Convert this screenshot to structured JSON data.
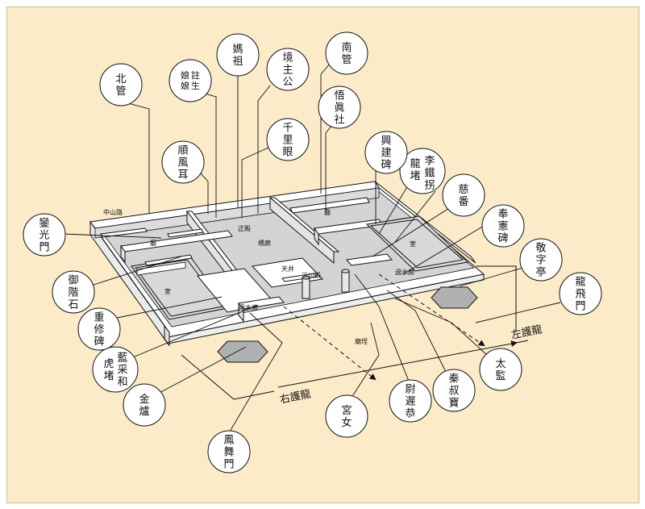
{
  "callouts": [
    {
      "id": "beiguan",
      "text": "北管"
    },
    {
      "id": "zhusheng",
      "text": "註生娘娘"
    },
    {
      "id": "mazu",
      "text": "媽祖"
    },
    {
      "id": "jingzhu",
      "text": "境主公"
    },
    {
      "id": "nanguan",
      "text": "南管"
    },
    {
      "id": "wuzhenshe",
      "text": "悟眞社"
    },
    {
      "id": "qianliyan",
      "text": "千里眼"
    },
    {
      "id": "shunfenger",
      "text": "順風耳"
    },
    {
      "id": "xingjianbei",
      "text": "興建碑"
    },
    {
      "id": "lidu",
      "text": "龍堵"
    },
    {
      "id": "litieguai",
      "text": "李鐵拐"
    },
    {
      "id": "cifan",
      "text": "慈番"
    },
    {
      "id": "fengxianbei",
      "text": "奉憲碑"
    },
    {
      "id": "jingziting",
      "text": "敬字亭"
    },
    {
      "id": "longfeimen",
      "text": "龍飛門"
    },
    {
      "id": "luanguangmen",
      "text": "鑾光門"
    },
    {
      "id": "yujieshi",
      "text": "御階石"
    },
    {
      "id": "chongxiubei",
      "text": "重修碑"
    },
    {
      "id": "hudu",
      "text": "虎堵"
    },
    {
      "id": "lancaihe",
      "text": "藍采和"
    },
    {
      "id": "jinlu",
      "text": "金爐"
    },
    {
      "id": "fengwumen",
      "text": "鳳舞門"
    },
    {
      "id": "gongnu",
      "text": "宮女"
    },
    {
      "id": "weichigong",
      "text": "尉遲恭"
    },
    {
      "id": "qinshubao",
      "text": "秦叔寶"
    },
    {
      "id": "taijian",
      "text": "太監"
    }
  ],
  "plan_labels": {
    "zhongshan_road": "中山路",
    "zhengdian": "正殿",
    "ting_left": "廳",
    "ting_right": "廳",
    "shi_left": "室",
    "shi_right": "室",
    "qiaolang": "橋廊",
    "tianjing": "天井",
    "sanchuandian": "三川殿",
    "guoshuilang_left": "過水廊",
    "guoshuilang_right": "過水廊",
    "miaozheng": "廟埕",
    "youhulong": "右護龍",
    "zuohulong": "左護龍"
  },
  "colors": {
    "background": "#fcebc9",
    "outline": "#111111",
    "wall_top": "#ffffff",
    "wall_side": "#d8d8d8",
    "floor": "#d4d4d4",
    "base": "#ffffff",
    "hexagon": "#b0b0b0"
  }
}
